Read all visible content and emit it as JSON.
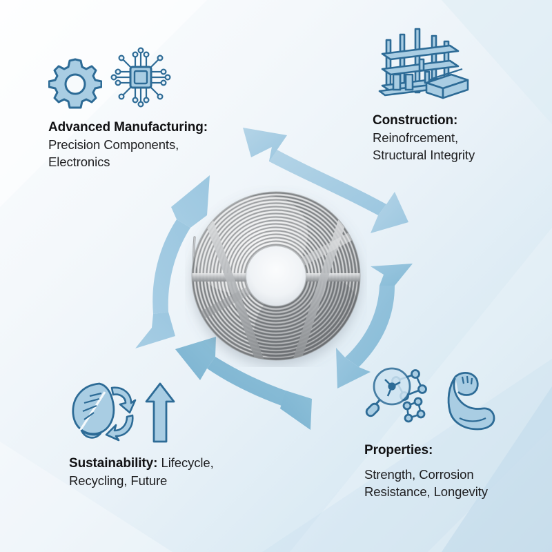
{
  "infographic": {
    "subject": "steel wire coil",
    "center_image_name": "steel-wire-coil",
    "colors": {
      "arrow_light": "#a9cde3",
      "arrow_mid": "#8fc0da",
      "arrow_dark": "#7fb5d2",
      "icon_stroke": "#2d6b96",
      "icon_fill": "#a9cde3",
      "text": "#1d1d1f",
      "bg_light": "#fcfdfe",
      "bg_blue": "#cde1ee"
    }
  },
  "quadrants": [
    {
      "id": "advanced-manufacturing",
      "icons": [
        "gear-icon",
        "microchip-icon"
      ],
      "lead": "Advanced Manufacturing:",
      "body": "Precision Components, Electronics",
      "body_lines": [
        "Precision Components,",
        "Electronics"
      ]
    },
    {
      "id": "construction",
      "icons": [
        "building-frame-icon"
      ],
      "lead": "Construction:",
      "body": "Reinofrcement, Structural Integrity",
      "body_lines": [
        "Reinofrcement,",
        "Structural Integrity"
      ]
    },
    {
      "id": "properties",
      "icons": [
        "magnifier-molecule-icon",
        "flexed-bicep-icon"
      ],
      "lead": "Properties:",
      "body": "Strength, Corrosion Resistance, Longevity",
      "body_lines": [
        "Strength, Corrosion",
        "Resistance, Longevity"
      ]
    },
    {
      "id": "sustainability",
      "icons": [
        "leaf-recycle-icon",
        "up-arrow-icon"
      ],
      "lead": "Sustainability:",
      "body": "Lifecycle, Recycling, Future",
      "body_lines": [
        "Lifecycle,",
        "Recycling, Future"
      ]
    }
  ],
  "arrows": [
    {
      "id": "arrow-top",
      "name": "cycle-arrow-top",
      "from": "advanced-manufacturing",
      "to": "construction",
      "double_headed": true
    },
    {
      "id": "arrow-right",
      "name": "cycle-arrow-right",
      "from": "construction",
      "to": "properties",
      "double_headed": true
    },
    {
      "id": "arrow-bottom",
      "name": "cycle-arrow-bottom",
      "from": "properties",
      "to": "sustainability",
      "double_headed": true
    },
    {
      "id": "arrow-left",
      "name": "cycle-arrow-left",
      "from": "sustainability",
      "to": "advanced-manufacturing",
      "double_headed": true
    }
  ]
}
